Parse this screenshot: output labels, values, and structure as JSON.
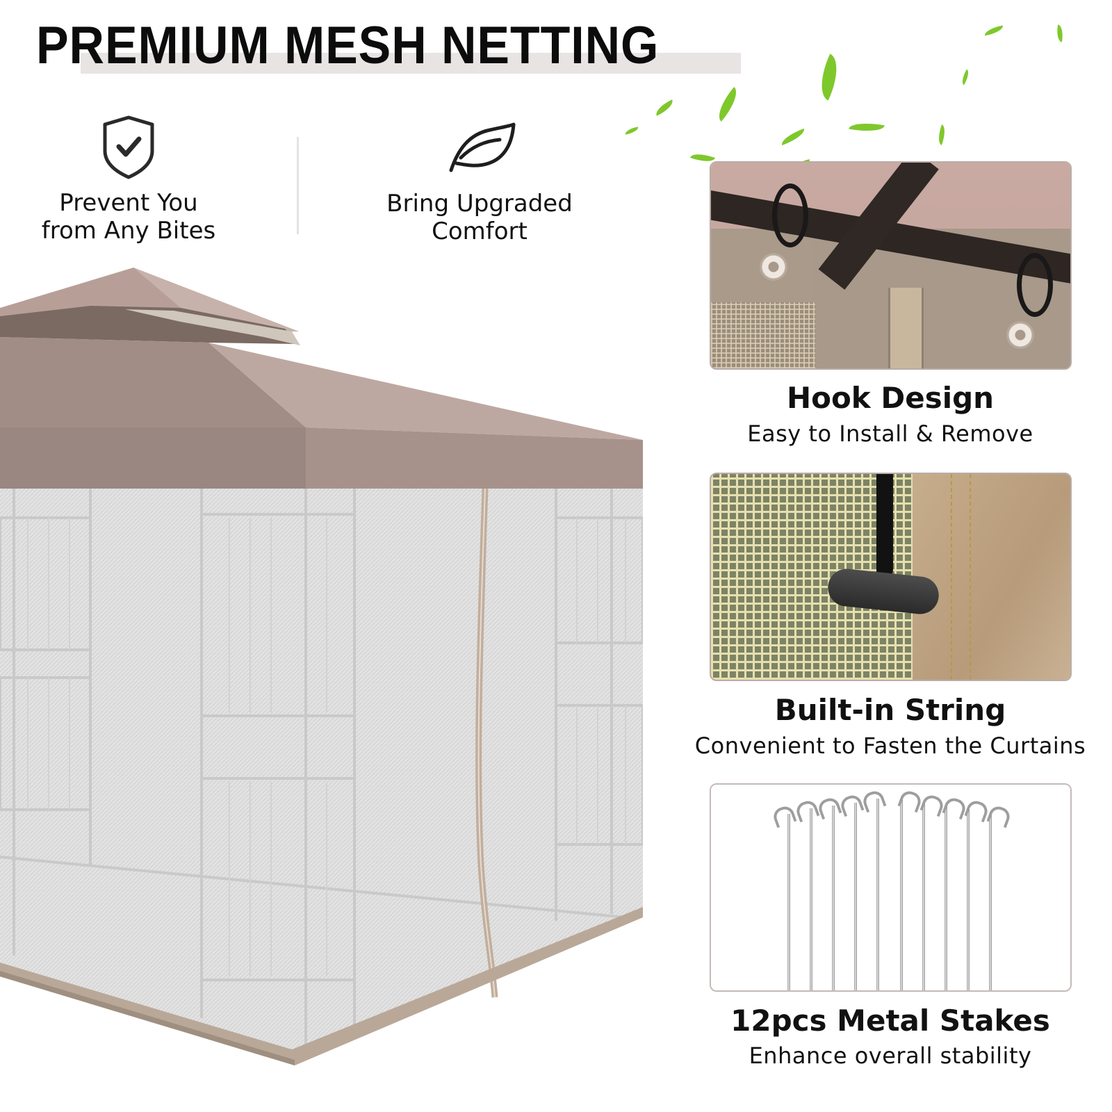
{
  "header": {
    "title": "PREMIUM MESH NETTING"
  },
  "features": [
    {
      "icon": "shield-check-icon",
      "line1": "Prevent You",
      "line2": "from Any Bites"
    },
    {
      "icon": "leaf-icon",
      "line1": "Bring Upgraded",
      "line2": "Comfort"
    }
  ],
  "details": [
    {
      "image": "hook-closeup-photo",
      "title": "Hook Design",
      "subtitle": "Easy to Install & Remove"
    },
    {
      "image": "string-toggle-closeup-photo",
      "title": "Built-in String",
      "subtitle": "Convenient to Fasten the Curtains"
    },
    {
      "image": "metal-stakes-photo",
      "title": "12pcs Metal Stakes",
      "subtitle": "Enhance overall stability"
    }
  ],
  "product": {
    "image": "gazebo-with-mesh-netting-photo"
  },
  "colors": {
    "canopy": "#a8928b",
    "canopy_light": "#c2aca5",
    "mesh": "#dcdcdc",
    "trim": "#b9a898",
    "leaf_green": "#7ec82c",
    "title_highlight": "#e8e4e3",
    "panel_border": "#b9aca8"
  }
}
